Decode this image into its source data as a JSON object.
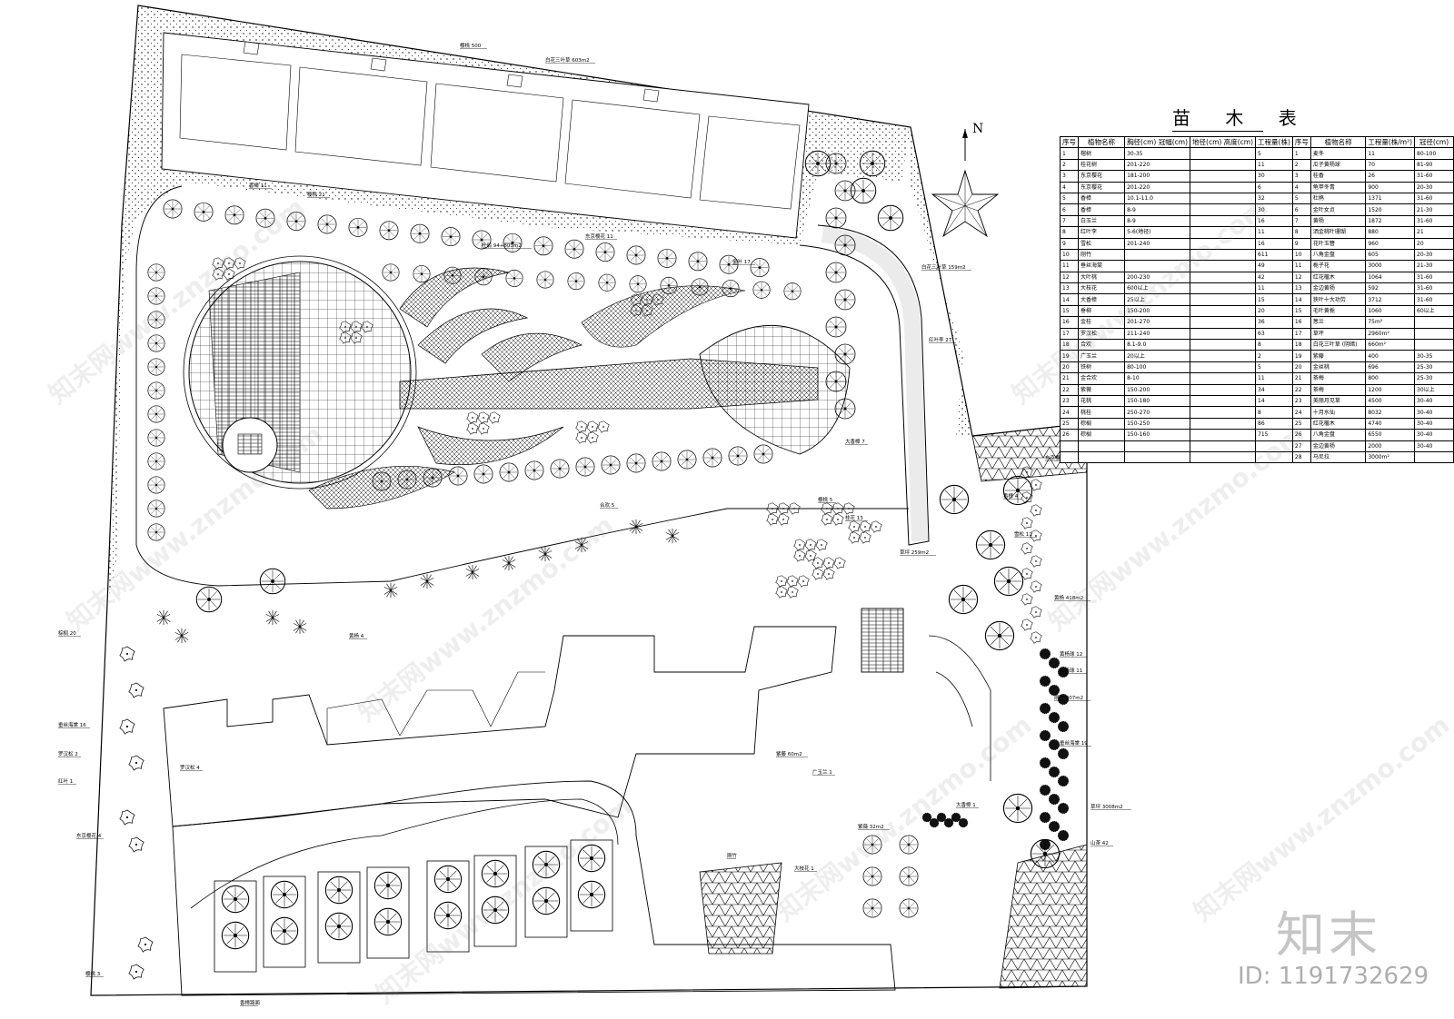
{
  "table": {
    "title": "苗 木 表",
    "headers": {
      "no": "序号",
      "name": "植物名称",
      "spec_sub": [
        "胸径(cm)",
        "冠幅(cm)",
        "地径(cm)",
        "高度(cm)"
      ],
      "qty": "工程量(株)",
      "no2": "序号",
      "name2": "植物名称",
      "qty2": "工程量(株/m²)",
      "spec2": "冠径(cm)"
    },
    "left_rows": [
      {
        "no": "1",
        "name": "榕树",
        "spec": "30-35",
        "qty": "5"
      },
      {
        "no": "2",
        "name": "桂花树",
        "spec": "201-220",
        "qty": "11"
      },
      {
        "no": "3",
        "name": "东京樱花",
        "spec": "181-200",
        "qty": "30"
      },
      {
        "no": "4",
        "name": "东京樱花",
        "spec": "201-220",
        "qty": "6"
      },
      {
        "no": "5",
        "name": "香樟",
        "spec": "10.1-11.0",
        "qty": "32"
      },
      {
        "no": "6",
        "name": "香樟",
        "spec": "8-9",
        "qty": "30"
      },
      {
        "no": "7",
        "name": "白玉兰",
        "spec": "8-9",
        "qty": "16"
      },
      {
        "no": "8",
        "name": "红叶李",
        "spec": "5-6(地径)",
        "qty": "11"
      },
      {
        "no": "9",
        "name": "雪松",
        "spec": "201-240",
        "qty": "16"
      },
      {
        "no": "10",
        "name": "刚竹",
        "spec": "",
        "qty": "611"
      },
      {
        "no": "11",
        "name": "垂丝海棠",
        "spec": "",
        "qty": "49"
      },
      {
        "no": "12",
        "name": "大叶桃",
        "spec": "200-230",
        "qty": "42"
      },
      {
        "no": "13",
        "name": "大枝花",
        "spec": "600以上",
        "qty": "11"
      },
      {
        "no": "14",
        "name": "大香樟",
        "spec": "25以上",
        "qty": "15"
      },
      {
        "no": "15",
        "name": "垂柳",
        "spec": "150-200",
        "qty": "20"
      },
      {
        "no": "16",
        "name": "金桂",
        "spec": "201-270",
        "qty": "36"
      },
      {
        "no": "17",
        "name": "罗汉松",
        "spec": "211-240",
        "qty": "63"
      },
      {
        "no": "18",
        "name": "合欢",
        "spec": "8.1-9.0",
        "qty": "8"
      },
      {
        "no": "19",
        "name": "广玉兰",
        "spec": "20以上",
        "qty": "2"
      },
      {
        "no": "20",
        "name": "铁树",
        "spec": "80-100",
        "qty": "5"
      },
      {
        "no": "21",
        "name": "金合欢",
        "spec": "8-10",
        "qty": "11"
      },
      {
        "no": "22",
        "name": "紫薇",
        "spec": "150-200",
        "qty": "34"
      },
      {
        "no": "23",
        "name": "花桃",
        "spec": "150-180",
        "qty": "14"
      },
      {
        "no": "24",
        "name": "桃桂",
        "spec": "250-270",
        "qty": "8"
      },
      {
        "no": "25",
        "name": "棕榈",
        "spec": "150-250",
        "qty": "86"
      },
      {
        "no": "26",
        "name": "棕榈",
        "spec": "150-160",
        "qty": "715"
      }
    ],
    "right_rows": [
      {
        "no": "1",
        "name": "麦冬",
        "qty": "11",
        "spec": "80-100"
      },
      {
        "no": "2",
        "name": "瓜子黄杨球",
        "qty": "70",
        "spec": "81-90"
      },
      {
        "no": "3",
        "name": "桂香",
        "qty": "26",
        "spec": "31-60"
      },
      {
        "no": "4",
        "name": "龟甲冬青",
        "qty": "900",
        "spec": "20-30"
      },
      {
        "no": "5",
        "name": "杜鹃",
        "qty": "1371",
        "spec": "31-60"
      },
      {
        "no": "6",
        "name": "金叶女贞",
        "qty": "1520",
        "spec": "21-30"
      },
      {
        "no": "7",
        "name": "黄杨",
        "qty": "1872",
        "spec": "31-60"
      },
      {
        "no": "8",
        "name": "洒金桃叶珊瑚",
        "qty": "880",
        "spec": "21"
      },
      {
        "no": "9",
        "name": "花叶玉簪",
        "qty": "960",
        "spec": "20"
      },
      {
        "no": "10",
        "name": "八角金盘",
        "qty": "605",
        "spec": "20-30"
      },
      {
        "no": "11",
        "name": "栀子花",
        "qty": "3000",
        "spec": "21-30"
      },
      {
        "no": "12",
        "name": "红花檵木",
        "qty": "1064",
        "spec": "31-60"
      },
      {
        "no": "13",
        "name": "金边黄杨",
        "qty": "592",
        "spec": "31-60"
      },
      {
        "no": "14",
        "name": "狭叶十大功劳",
        "qty": "3712",
        "spec": "31-60"
      },
      {
        "no": "15",
        "name": "毛叶黄栀",
        "qty": "1060",
        "spec": "60以上"
      },
      {
        "no": "16",
        "name": "葱兰",
        "qty": "75m²",
        "spec": ""
      },
      {
        "no": "17",
        "name": "草坪",
        "qty": "2960m²",
        "spec": ""
      },
      {
        "no": "18",
        "name": "白花三叶草 (阴暗)",
        "qty": "660m²",
        "spec": ""
      },
      {
        "no": "19",
        "name": "紫藤",
        "qty": "400",
        "spec": "30-35"
      },
      {
        "no": "20",
        "name": "金丝桃",
        "qty": "696",
        "spec": "25-30"
      },
      {
        "no": "21",
        "name": "茶梅",
        "qty": "800",
        "spec": "25-30"
      },
      {
        "no": "22",
        "name": "茶梅",
        "qty": "1200",
        "spec": "30以上"
      },
      {
        "no": "23",
        "name": "美丽月见草",
        "qty": "4500",
        "spec": "30-40"
      },
      {
        "no": "24",
        "name": "十月水仙",
        "qty": "8032",
        "spec": "30-40"
      },
      {
        "no": "25",
        "name": "红花檵木",
        "qty": "4740",
        "spec": "30-40"
      },
      {
        "no": "26",
        "name": "八角金盘",
        "qty": "6550",
        "spec": "30-40"
      },
      {
        "no": "27",
        "name": "金边黄杨",
        "qty": "2000",
        "spec": "30-40"
      },
      {
        "no": "28",
        "name": "马尼拉",
        "qty": "3000m²",
        "spec": ""
      }
    ]
  },
  "north_arrow": {
    "label": "N"
  },
  "plan_labels": [
    "樱桃 500",
    "白花三叶草 603m2",
    "樱桃 21",
    "香樟 11",
    "杜鹃 94+803m2",
    "东京樱花 11",
    "金叶 17",
    "白花三叶草 159m2",
    "红叶李 27",
    "大香樟 7",
    "东京樱花 12",
    "香樟 4",
    "雪松 11",
    "黄杨 418m2",
    "黄杨球 12",
    "黄杨球 11",
    "刚竹 307m2",
    "垂丝海棠 19",
    "草坪 3008m2",
    "山茶 42",
    "草坪 259m2",
    "樱桃 5",
    "合欢 5",
    "桂花 13",
    "棕榈 20",
    "垂丝海棠 16",
    "罗汉松 2",
    "红叶 1",
    "东京樱花 4",
    "黄杨 4",
    "樱桃 3",
    "罗汉松 4",
    "广玉兰 1",
    "大枝花 1",
    "紫薇 32m2",
    "紫藤 60m2",
    "大香樟 1",
    "刚竹",
    "香樟路面"
  ],
  "watermark": {
    "text": "知末网www.znzmo.com",
    "logo": "知末",
    "id": "ID: 1191732629"
  }
}
